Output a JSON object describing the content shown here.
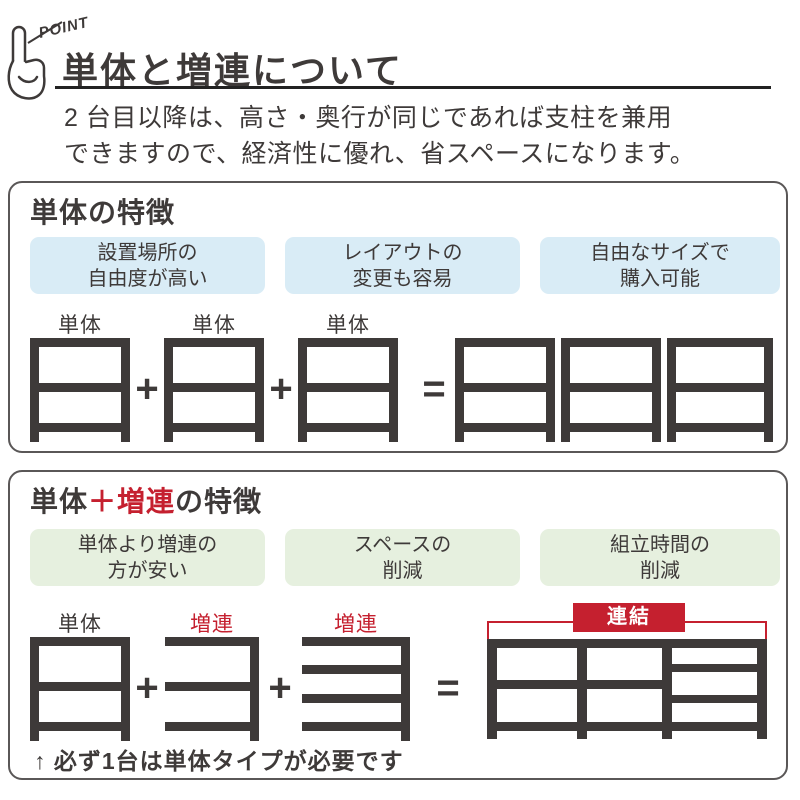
{
  "colors": {
    "dark": "#3e3a39",
    "red": "#c5202f",
    "chip_blue": "#d9ecf6",
    "chip_green": "#e6f0df",
    "panel_border": "#5a5757"
  },
  "header": {
    "point_label": "POINT",
    "title": "単体と増連について",
    "subtitle": [
      "2 台目以降は、高さ・奥行が同じであれば支柱を兼用",
      "できますので、経済性に優れ、省スペースになります。"
    ]
  },
  "panel1": {
    "title": "単体の特徴",
    "chips": [
      {
        "line1": "設置場所の",
        "line2": "自由度が高い"
      },
      {
        "line1": "レイアウトの",
        "line2": "変更も容易"
      },
      {
        "line1": "自由なサイズで",
        "line2": "購入可能"
      }
    ],
    "unit_labels": [
      "単体",
      "単体",
      "単体"
    ],
    "plus": "+",
    "equals": "="
  },
  "panel2": {
    "title_prefix": "単体",
    "title_red": "＋増連",
    "title_suffix": "の特徴",
    "chips": [
      {
        "line1": "単体より増連の",
        "line2": "方が安い"
      },
      {
        "line1": "スペースの",
        "line2": "削減"
      },
      {
        "line1": "組立時間の",
        "line2": "削減"
      }
    ],
    "unit_labels": [
      {
        "text": "単体"
      },
      {
        "text": "増連"
      },
      {
        "text": "増連"
      }
    ],
    "badge": "連結",
    "note": "↑ 必ず1台は単体タイプが必要です",
    "plus": "+",
    "equals": "="
  }
}
